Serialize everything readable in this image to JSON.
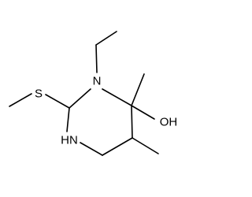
{
  "structure": {
    "atoms": [
      {
        "id": "S1",
        "label": "S",
        "color": "#000000"
      },
      {
        "id": "N3",
        "label": "N",
        "color": "#000000"
      },
      {
        "id": "O",
        "label": "OH",
        "color": "#000000"
      },
      {
        "id": "N1",
        "label": "HN",
        "color": "#000000"
      }
    ]
  }
}
